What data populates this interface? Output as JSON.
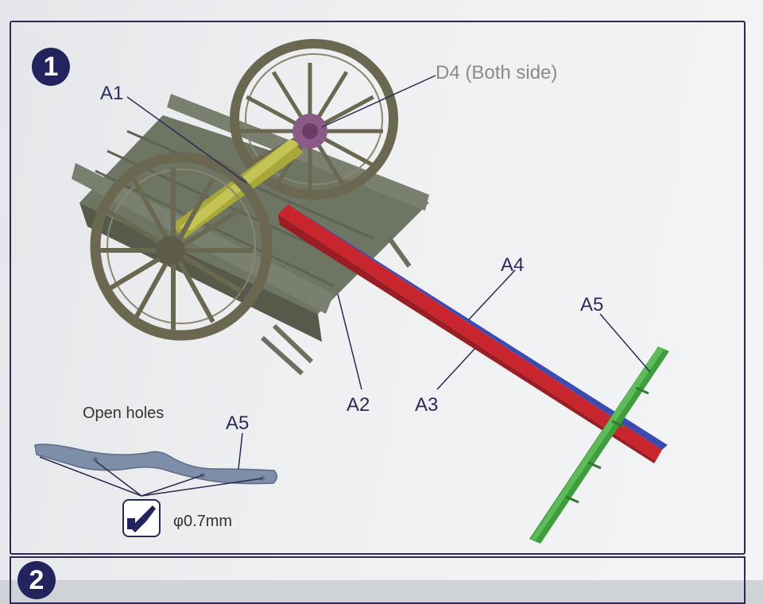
{
  "step": {
    "number": "1",
    "next_number": "2"
  },
  "labels": {
    "a1": "A1",
    "d4": "D4 (Both side)",
    "a2": "A2",
    "a3": "A3",
    "a4": "A4",
    "a5_main": "A5",
    "a5_detail": "A5",
    "open_holes": "Open holes",
    "drill_size": "φ0.7mm"
  },
  "colors": {
    "frame": "#2a2a52",
    "badge": "#23235e",
    "cart_grey_green": "#6f7563",
    "wheel": "#6b6852",
    "axle_yellow": "#a8a83a",
    "hub_purple": "#8c5a86",
    "shaft_red": "#c8252e",
    "shaft_blue": "#3b4bb0",
    "crossbar_green": "#3f9e3c",
    "part_blue_grey": "#7d8fa8"
  },
  "icons": {
    "drill": "drill-icon"
  }
}
